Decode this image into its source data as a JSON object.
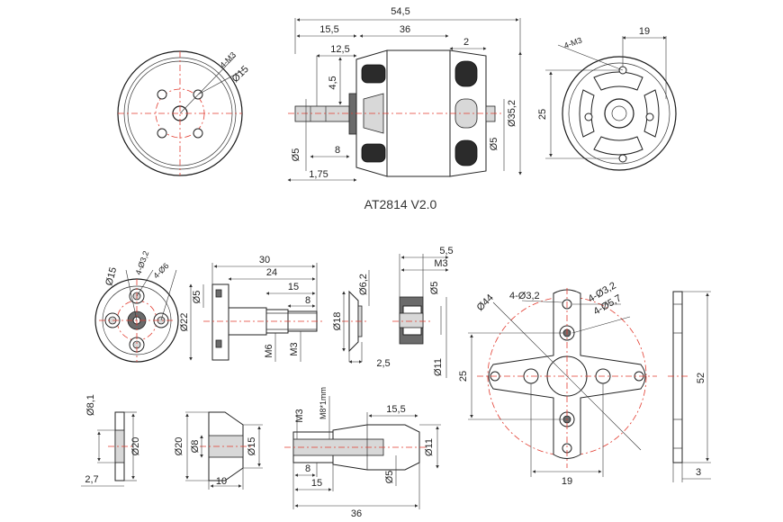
{
  "title": "AT2814 V2.0",
  "motor": {
    "overall_length": "54,5",
    "shaft_segment": "15,5",
    "body_length": "36",
    "flange_gap": "2",
    "shaft_to_flange": "12,5",
    "shaft_flat": "4,5",
    "shaft_flat_length": "8",
    "shaft_diameter_front": "Ø5",
    "shaft_diameter_rear": "Ø5",
    "body_diameter": "Ø35,2",
    "shaft_step": "1,75"
  },
  "front_view": {
    "holes": "4-M3",
    "bolt_circle": "Ø15"
  },
  "rear_view": {
    "holes": "4-M3",
    "width": "19",
    "height": "25"
  },
  "prop_adapter_front": {
    "bolt_circle": "Ø15",
    "small_holes": "4-Ø3,2",
    "large_holes": "4-Ø6"
  },
  "prop_adapter_side": {
    "length_total": "30",
    "length_24": "24",
    "length_15": "15",
    "length_8": "8",
    "dia_flange": "Ø22",
    "dia_5": "Ø5",
    "thread_m6": "M6",
    "thread_m3": "M3"
  },
  "washer_a": {
    "dia_outer": "Ø18",
    "dia_inner": "Ø6,2",
    "thickness": "2,5"
  },
  "nut": {
    "width": "5,5",
    "thread": "M3",
    "dia_inner": "Ø5",
    "dia_outer": "Ø11"
  },
  "cross_mount": {
    "small_holes": "4-Ø3,2",
    "small_holes_2": "4-Ø3,2",
    "large_holes": "4-Ø5,7",
    "circle": "Ø44",
    "spacing_v": "25",
    "spacing_h": "19"
  },
  "cross_mount_side": {
    "height": "52",
    "thickness": "3"
  },
  "spacer": {
    "dia_small": "Ø8,1",
    "dia_big": "Ø20",
    "thickness": "2,7"
  },
  "cone": {
    "dia_big": "Ø20",
    "dia_inner": "Ø8",
    "dia_small": "Ø15",
    "length": "10"
  },
  "collet": {
    "thread_m3": "M3",
    "thread_m8": "M8*1mm",
    "len_15_5": "15,5",
    "len_8": "8",
    "len_15": "15",
    "len_36": "36",
    "dia_11": "Ø11",
    "dia_5": "Ø5"
  }
}
